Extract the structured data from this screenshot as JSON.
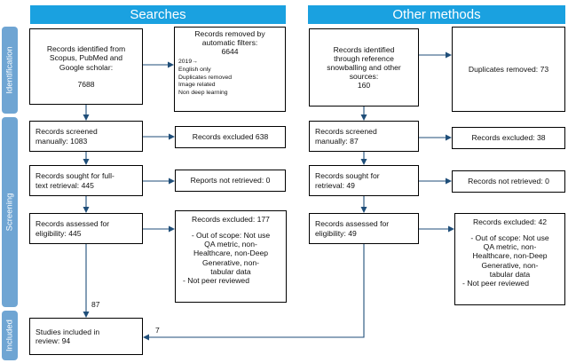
{
  "headers": {
    "searches": "Searches",
    "other_methods": "Other methods"
  },
  "stages": {
    "identification": "Identification",
    "screening": "Screening",
    "included": "Included"
  },
  "colors": {
    "header": "#1aa1e0",
    "stage": "#6fa5d3"
  },
  "left": {
    "identified": {
      "line1": "Records identified from",
      "line2": "Scopus, PubMed and",
      "line3": "Google scholar:",
      "count": "7688"
    },
    "removed": {
      "title1": "Records removed by",
      "title2": "automatic filters:",
      "count": "6644",
      "filters": [
        "2019→",
        "English only",
        "Duplicates removed",
        "Image related",
        "Non deep learning"
      ]
    },
    "screened": {
      "line1": "Records screened",
      "line2": "manually: 1083"
    },
    "excluded1": {
      "text": "Records excluded 638"
    },
    "sought": {
      "line1": "Records sought for full-",
      "line2": "text retrieval: 445"
    },
    "not_retrieved": {
      "text": "Reports not retrieved: 0"
    },
    "assessed": {
      "line1": "Records assessed for",
      "line2": "eligibility: 445"
    },
    "excluded2": {
      "title": "Records excluded: 177",
      "r1a": "-   Out of scope: Not use",
      "r1b": "QA metric, non-",
      "r1c": "Healthcare, non-Deep",
      "r1d": "Generative, non-",
      "r1e": "tabular data",
      "r2": "-   Not peer reviewed"
    },
    "arrow_count": "87",
    "included": {
      "line1": "Studies included in",
      "line2": "review: 94"
    }
  },
  "right": {
    "identified": {
      "line1": "Records identified",
      "line2": "through reference",
      "line3": "snowballing and other",
      "line4": "sources:",
      "count": "160"
    },
    "duplicates": {
      "text": "Duplicates removed: 73"
    },
    "screened": {
      "line1": "Records screened",
      "line2": "manually: 87"
    },
    "excluded1": {
      "text": "Records excluded: 38"
    },
    "sought": {
      "line1": "Records sought for",
      "line2": "retrieval: 49"
    },
    "not_retrieved": {
      "text": "Records not retrieved: 0"
    },
    "assessed": {
      "line1": "Records assessed for",
      "line2": "eligibility: 49"
    },
    "excluded2": {
      "title": "Records excluded: 42",
      "r1a": "-   Out of scope: Not use",
      "r1b": "QA metric, non-",
      "r1c": "Healthcare, non-Deep",
      "r1d": "Generative, non-",
      "r1e": "tabular data",
      "r2": "-   Not peer reviewed"
    },
    "arrow_count": "7"
  }
}
